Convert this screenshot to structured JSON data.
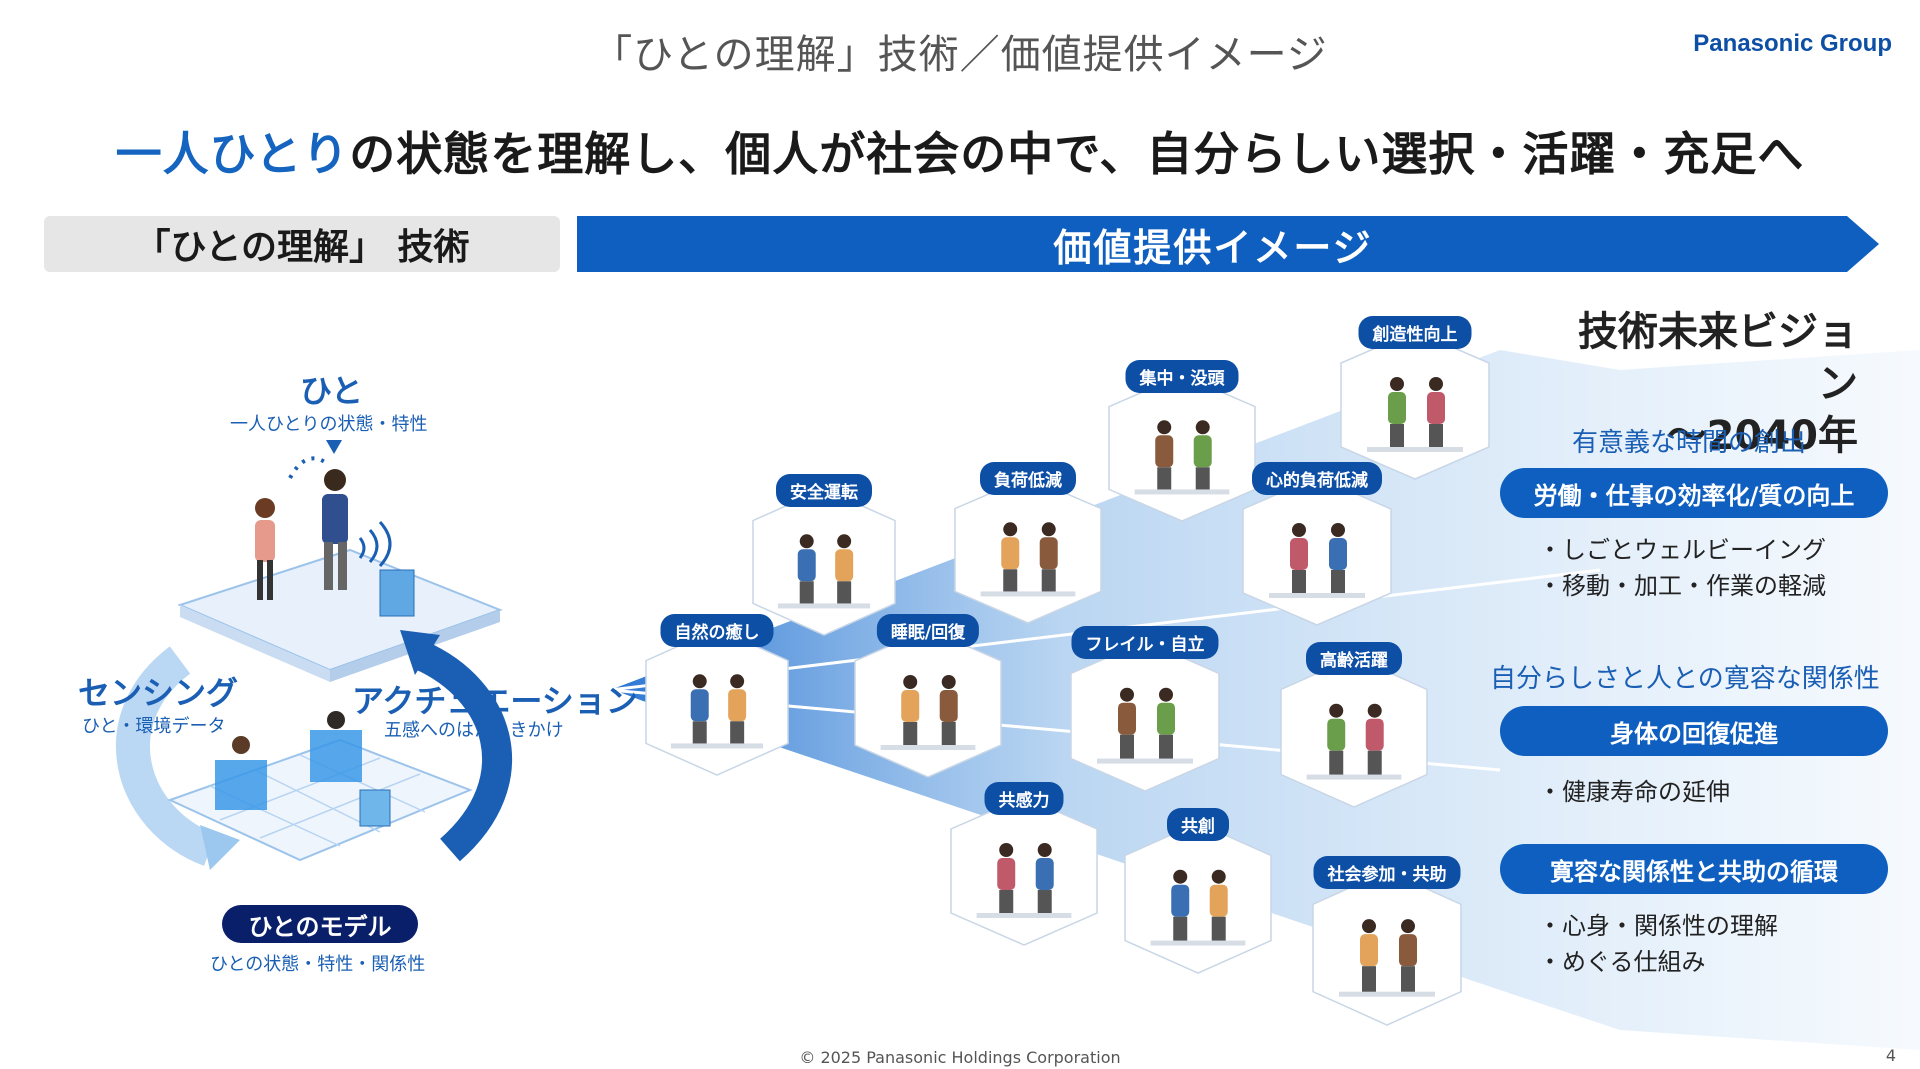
{
  "header": {
    "title": "「ひとの理解」技術／価値提供イメージ",
    "brand": "Panasonic Group"
  },
  "headline": {
    "highlight": "一人ひとり",
    "rest": "の状態を理解し、個人が社会の中で、自分らしい選択・活躍・充足へ"
  },
  "banners": {
    "tech": "「ひとの理解」 技術",
    "value": "価値提供イメージ"
  },
  "cycle": {
    "hito_title": "ひと",
    "hito_sub": "一人ひとりの状態・特性",
    "sensing_title": "センシング",
    "sensing_sub": "ひと・環境データ",
    "actuation_title": "アクチュエーション",
    "actuation_sub": "五感へのはたらきかけ",
    "model_title": "ひとのモデル",
    "model_sub": "ひとの状態・特性・関係性"
  },
  "scenes": [
    {
      "label": "安全運転",
      "icon": "car-driver-icon"
    },
    {
      "label": "負荷低減",
      "icon": "robot-worker-icon"
    },
    {
      "label": "集中・没頭",
      "icon": "desk-worker-icon"
    },
    {
      "label": "創造性向上",
      "icon": "whiteboard-team-icon"
    },
    {
      "label": "心的負荷低減",
      "icon": "office-worker-icon"
    },
    {
      "label": "自然の癒し",
      "icon": "plants-music-icon"
    },
    {
      "label": "睡眠/回復",
      "icon": "bed-sleep-icon"
    },
    {
      "label": "フレイル・自立",
      "icon": "walker-elderly-icon"
    },
    {
      "label": "高齢活躍",
      "icon": "elderly-worker-icon"
    },
    {
      "label": "共感力",
      "icon": "family-robot-icon"
    },
    {
      "label": "共創",
      "icon": "group-table-icon"
    },
    {
      "label": "社会参加・共助",
      "icon": "community-help-icon"
    }
  ],
  "vision": {
    "title_line1": "技術未来ビジョン",
    "title_line2": "～2040年",
    "category1": "有意義な時間の創出",
    "pill1": "労働・仕事の効率化/質の向上",
    "bullets1": [
      "・しごとウェルビーイング",
      "・移動・加工・作業の軽減"
    ],
    "category2": "自分らしさと人との寛容な関係性",
    "pill2": "身体の回復促進",
    "bullets2": [
      "・健康寿命の延伸"
    ],
    "pill3": "寛容な関係性と共助の循環",
    "bullets3": [
      "・心身・関係性の理解",
      "・めぐる仕組み"
    ]
  },
  "footer": {
    "copyright": "© 2025 Panasonic Holdings Corporation",
    "page": "4"
  },
  "colors": {
    "brand_blue": "#0e4fa6",
    "accent_blue": "#1565c0",
    "banner_blue": "#0e5fc0",
    "navy": "#0a1f6a",
    "grey_banner": "#e6e6e6"
  }
}
